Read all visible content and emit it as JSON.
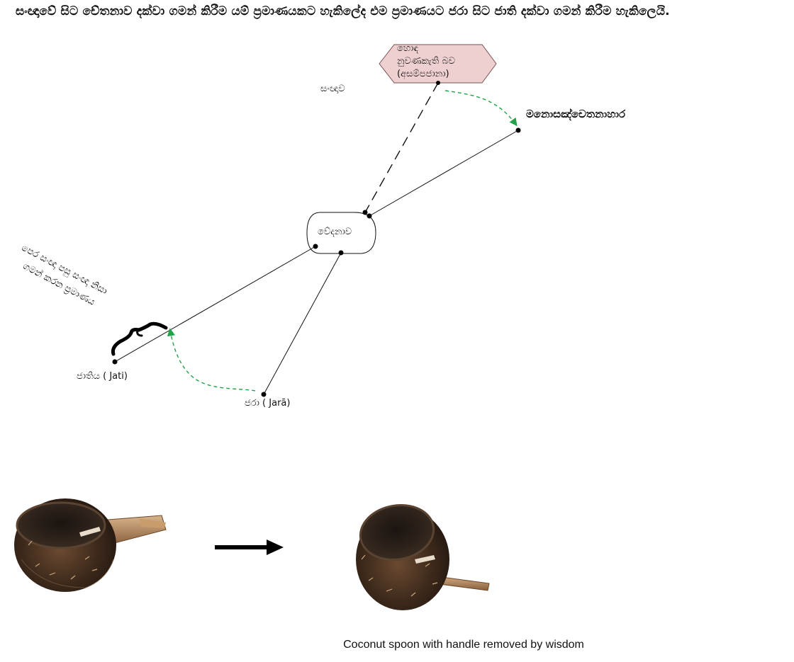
{
  "heading": "සංඥාවේ සිට චේතනාව දක්වා ගමන් කිරීම යම් ප්‍රමාණයකට හැකිලේද එම ප්‍රමාණයට ජරා සිට ජාති දක්වා  ගමන් කිරීම හැකිලෙයි.",
  "diagram": {
    "hexagon_lines": [
      "හොඳ",
      "නුවණකැති බව",
      "(අසම්පජානා)"
    ],
    "sanna_label": "සංඥාව",
    "mano_label": "මනොසඤ්චෙතනාහාර",
    "vedana_label": "වේදනාව",
    "rotated_note_lines": [
      "පෙර සංඥා පසු සංඥා නිසා",
      "ගමන් කරන ප්‍රමාණය"
    ],
    "jati_label": "ජාතිය ( Jati)",
    "jara_label": "ජරා ( Jarā)",
    "colors": {
      "hexagon_fill": "#eed0d0",
      "hexagon_stroke": "#7a5050",
      "dashed_arrow": "#22a34a",
      "line": "#111111"
    }
  },
  "images": {
    "left": "coconut-spoon-with-handle",
    "right": "coconut-spoon-handle-removed"
  },
  "caption": "Coconut spoon with handle removed by wisdom"
}
